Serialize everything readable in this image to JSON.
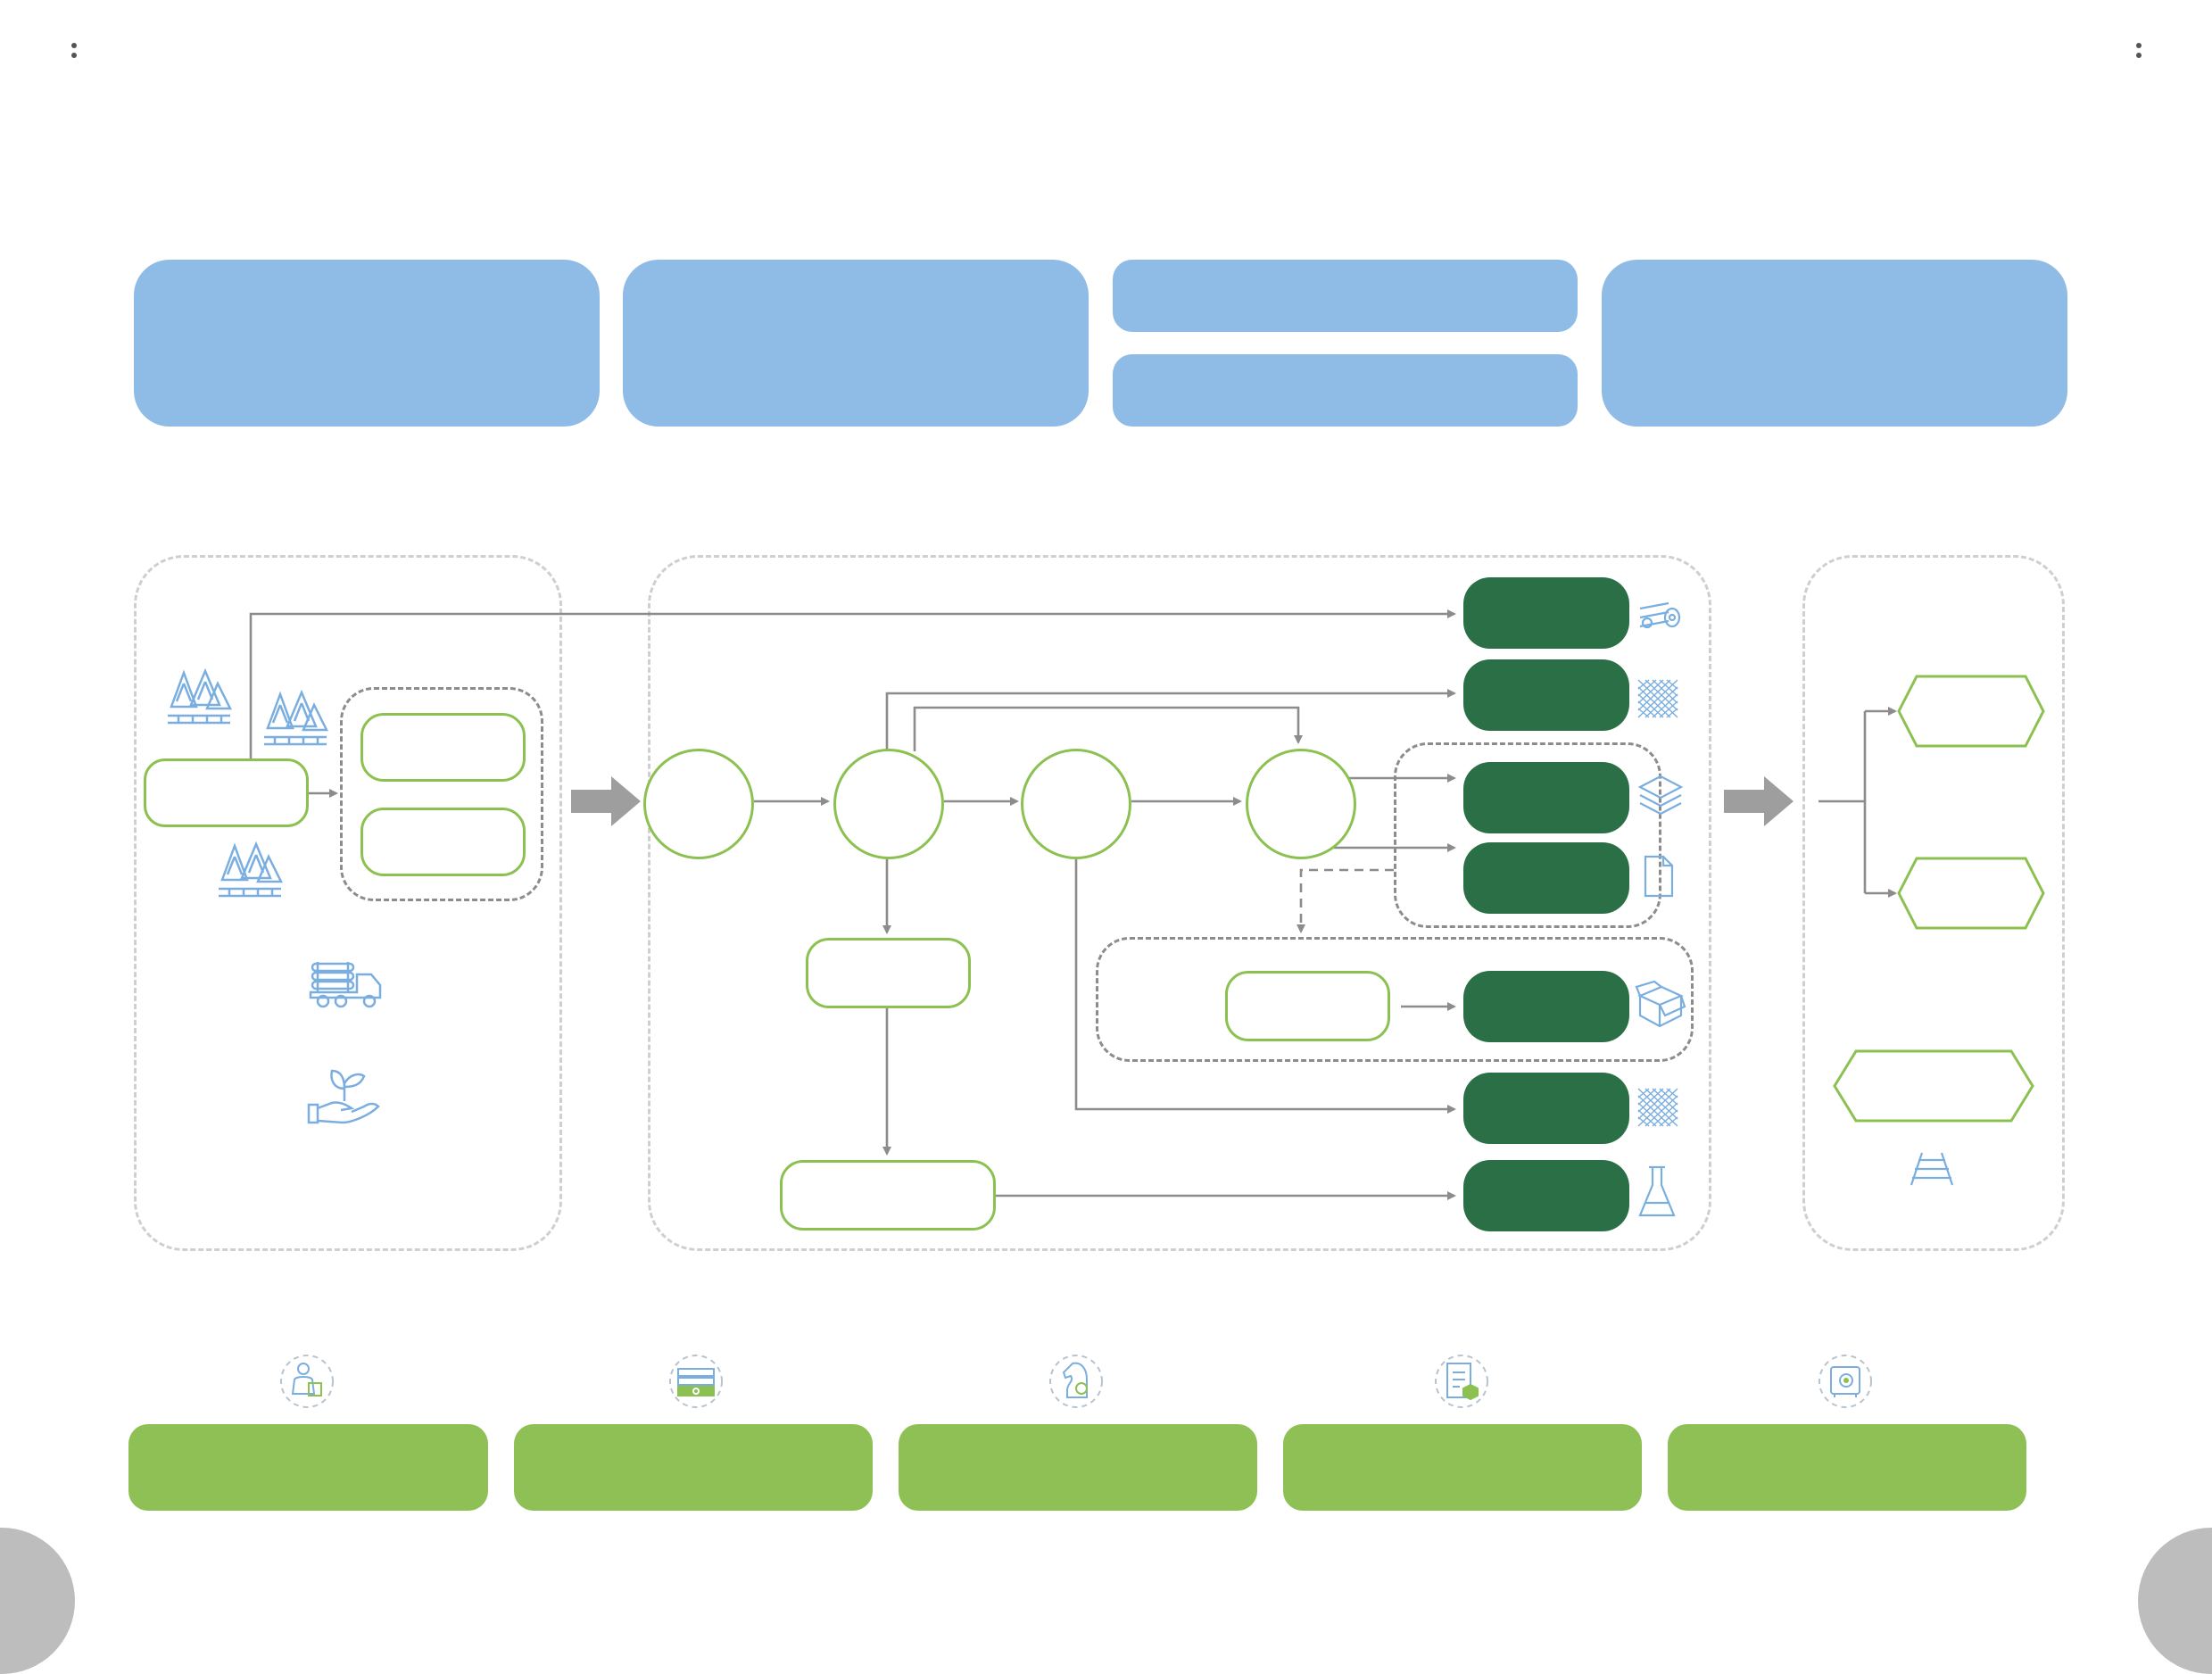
{
  "palette": {
    "header_blue": "#8fbce6",
    "output_dark_green": "#2b6f46",
    "outline_green": "#8cc152",
    "footer_green": "#8fc055",
    "connector_gray": "#8c8c8c",
    "icon_blue": "#7aaee0"
  },
  "header_cards": [
    {
      "id": "header-card-1",
      "text": ""
    },
    {
      "id": "header-card-2",
      "text": ""
    },
    {
      "id": "header-card-3a",
      "text": ""
    },
    {
      "id": "header-card-3b",
      "text": ""
    },
    {
      "id": "header-card-4",
      "text": ""
    }
  ],
  "source_panel": {
    "icons": [
      "forest-icon",
      "forest-icon",
      "forest-icon",
      "timber-truck-icon",
      "hand-seedling-icon"
    ],
    "start_box": "",
    "group_boxes": [
      "",
      ""
    ]
  },
  "process_panel": {
    "circles": [
      "",
      "",
      "",
      ""
    ],
    "side_boxes": [
      "",
      ""
    ],
    "inner_box": "",
    "outputs": [
      {
        "label": "",
        "icon": "logs-icon"
      },
      {
        "label": "",
        "icon": "mesh-pattern-icon"
      },
      {
        "label": "",
        "icon": "layers-icon"
      },
      {
        "label": "",
        "icon": "document-icon"
      },
      {
        "label": "",
        "icon": "open-box-icon"
      },
      {
        "label": "",
        "icon": "mesh-pattern-icon"
      },
      {
        "label": "",
        "icon": "flask-icon"
      }
    ]
  },
  "destination_panel": {
    "hexagons": [
      "",
      "",
      ""
    ],
    "icon": "railway-track-icon"
  },
  "footer_items": [
    {
      "icon": "person-puzzle-icon",
      "label": ""
    },
    {
      "icon": "money-stack-icon",
      "label": ""
    },
    {
      "icon": "chess-knight-icon",
      "label": ""
    },
    {
      "icon": "checklist-icon",
      "label": ""
    },
    {
      "icon": "safe-icon",
      "label": ""
    }
  ]
}
